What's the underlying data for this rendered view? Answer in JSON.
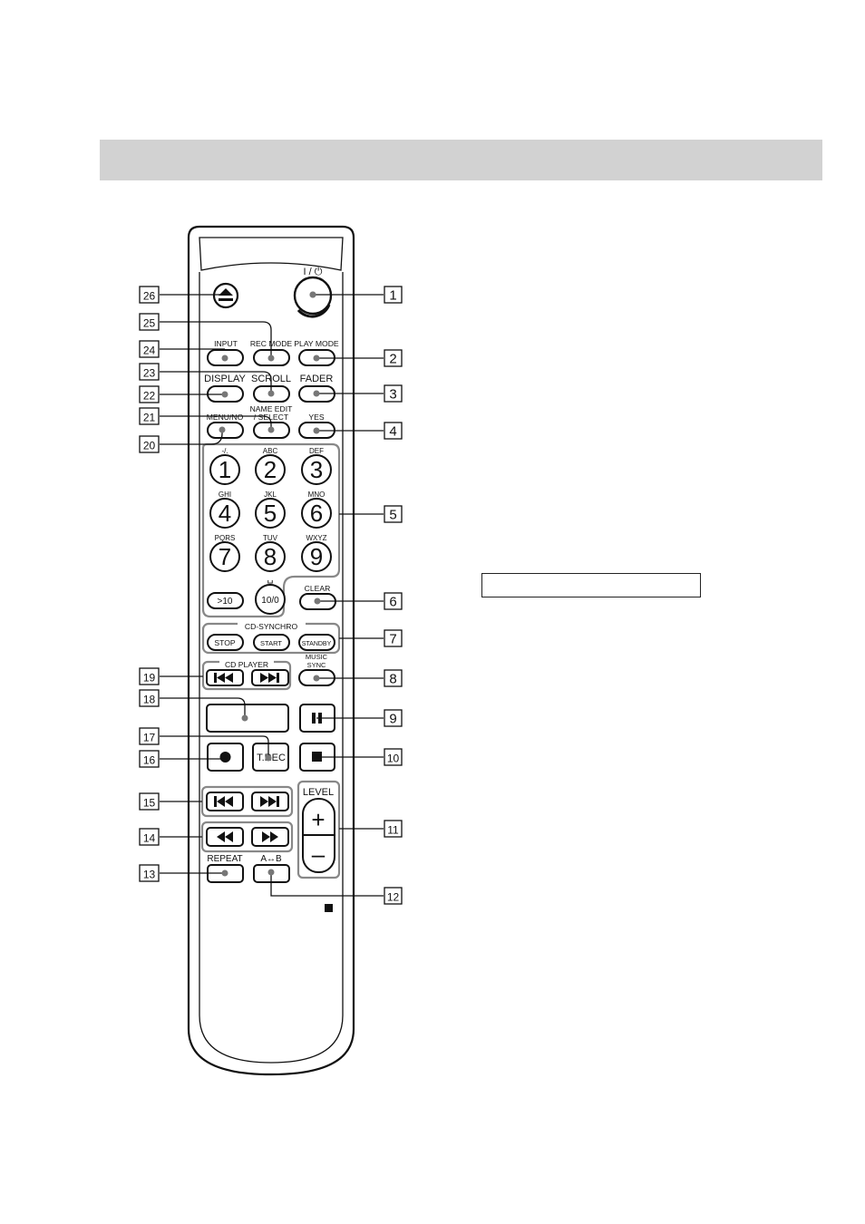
{
  "header_band": {
    "color": "#d2d2d2"
  },
  "remote": {
    "power_label": "I / ⏻",
    "buttons": {
      "input": "INPUT",
      "rec_mode": "REC MODE",
      "play_mode": "PLAY MODE",
      "display": "DISPLAY",
      "scroll": "SCROLL",
      "fader": "FADER",
      "menu_no": "MENU/NO",
      "name_edit": "NAME EDIT",
      "select": "/ SELECT",
      "yes": "YES",
      "gt10": ">10",
      "ten_zero": "10/0",
      "clear": "CLEAR",
      "cd_synchro": "CD-SYNCHRO",
      "stop": "STOP",
      "start": "START",
      "standby": "STANDBY",
      "cd_player": "CD PLAYER",
      "music_sync_1": "MUSIC",
      "music_sync_2": "SYNC",
      "t_rec": "T.REC",
      "level": "LEVEL",
      "plus": "+",
      "minus": "–",
      "repeat": "REPEAT",
      "ab": "A↔B",
      "space_mark": "␣"
    },
    "keypad": [
      {
        "digit": "1",
        "letters": "-/."
      },
      {
        "digit": "2",
        "letters": "ABC"
      },
      {
        "digit": "3",
        "letters": "DEF"
      },
      {
        "digit": "4",
        "letters": "GHI"
      },
      {
        "digit": "5",
        "letters": "JKL"
      },
      {
        "digit": "6",
        "letters": "MNO"
      },
      {
        "digit": "7",
        "letters": "PQRS"
      },
      {
        "digit": "8",
        "letters": "TUV"
      },
      {
        "digit": "9",
        "letters": "WXYZ"
      }
    ],
    "icons": [
      "eject-icon",
      "previous-track-icon",
      "next-track-icon",
      "pause-icon",
      "record-icon",
      "stop-icon",
      "rewind-icon",
      "fast-forward-icon"
    ]
  },
  "callouts": [
    "1",
    "2",
    "3",
    "4",
    "5",
    "6",
    "7",
    "8",
    "9",
    "10",
    "11",
    "12",
    "13",
    "14",
    "15",
    "16",
    "17",
    "18",
    "19",
    "20",
    "21",
    "22",
    "23",
    "24",
    "25",
    "26"
  ]
}
